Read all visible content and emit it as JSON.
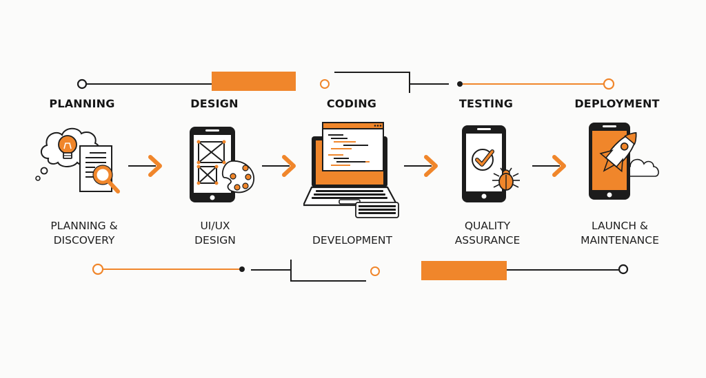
{
  "diagram": {
    "type": "process-flow",
    "colors": {
      "accent": "#f0862b",
      "line": "#1c1c1c",
      "background": "#fbfbfa"
    },
    "stages": [
      {
        "title": "PLANNING",
        "caption_line1": "PLANNING &",
        "caption_line2": "DISCOVERY",
        "icon": "lightbulb-document-magnifier-icon"
      },
      {
        "title": "DESIGN",
        "caption_line1": "UI/UX",
        "caption_line2": "DESIGN",
        "icon": "phone-wireframe-palette-icon"
      },
      {
        "title": "CODING",
        "caption_line1": "",
        "caption_line2": "DEVELOPMENT",
        "icon": "laptop-code-icon"
      },
      {
        "title": "TESTING",
        "caption_line1": "QUALITY",
        "caption_line2": "ASSURANCE",
        "icon": "phone-check-bug-icon"
      },
      {
        "title": "DEPLOYMENT",
        "caption_line1": "LAUNCH &",
        "caption_line2": "MAINTENANCE",
        "icon": "phone-rocket-cloud-icon"
      }
    ],
    "connectors": [
      "arrow-right-icon",
      "arrow-right-icon",
      "arrow-right-icon",
      "arrow-right-icon"
    ]
  }
}
